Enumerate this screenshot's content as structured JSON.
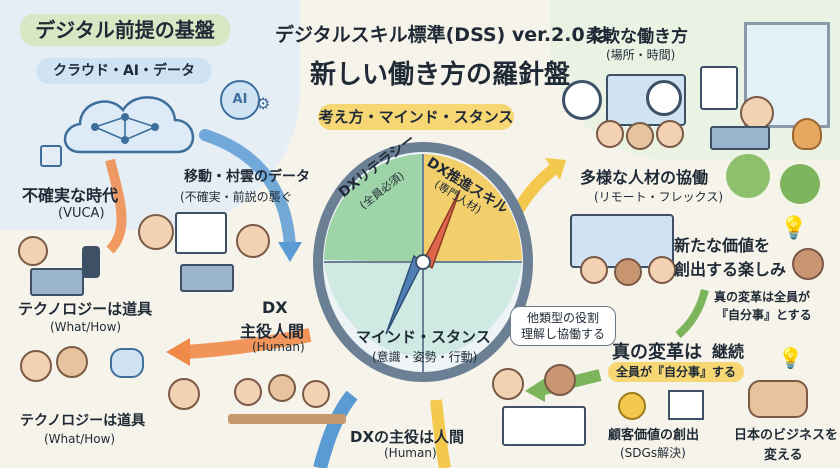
{
  "title": {
    "line1": "デジタルスキル標準(DSS) ver.2.0 は",
    "line2": "新しい働き方の羅針盤"
  },
  "mindset_banner": "考え方・マインド・スタンス",
  "foundation": {
    "heading": "デジタル前提の基盤",
    "sub": "クラウド・AI・データ",
    "ai_badge": "AI"
  },
  "vuca": {
    "heading": "不確実な時代",
    "sub": "(VUCA)"
  },
  "data_flow": {
    "heading": "移動・村雲のデータ",
    "sub": "(不確実・前説の襲ぐ"
  },
  "tech_tool_1": {
    "heading": "テクノロジーは道具",
    "sub": "(What/How)"
  },
  "tech_tool_2": {
    "heading": "テクノロジーは道具",
    "sub": "(What/How)"
  },
  "dx_main_left": {
    "line1": "DX",
    "line2": "主役人間",
    "sub": "(Human)"
  },
  "compass": {
    "literacy": {
      "label": "DXリテラシー",
      "sub": "(全員必須)"
    },
    "promotion": {
      "label": "DX推進スキル",
      "sub": "(専門人材)"
    },
    "mind": {
      "label": "マインド・スタンス",
      "sub": "(意識・姿勢・行動)"
    }
  },
  "dx_main_bottom": {
    "label": "DXの主役は人間",
    "sub": "(Human)"
  },
  "flexible": {
    "heading": "柔軟な働き方",
    "sub": "(場所・時間)"
  },
  "diverse": {
    "heading": "多様な人材の協働",
    "sub": "(リモート・フレックス)"
  },
  "new_value": {
    "line1": "新たな価値を",
    "line2": "創出する楽しみ"
  },
  "true_change_note": {
    "line1": "真の変革は全員が",
    "line2": "『自分事』とする"
  },
  "true_change": {
    "heading": "真の変革は",
    "continue": "継続",
    "sub": "全員が『自分事』する"
  },
  "role_bubble": {
    "line1": "他類型の役割",
    "line2": "理解し協働する"
  },
  "customer_value": {
    "line1": "顧客価値の創出",
    "line2": "(SDGs解決)"
  },
  "japan_business": {
    "line1": "日本のビジネスを",
    "line2": "変える"
  },
  "colors": {
    "literacy": "#9fd3a8",
    "promotion": "#f3cf6b",
    "compass_ring": "#6b7f95",
    "arrow_orange": "#ef8a4a",
    "arrow_blue": "#5a9bd3",
    "arrow_yellow": "#f2c94c"
  }
}
